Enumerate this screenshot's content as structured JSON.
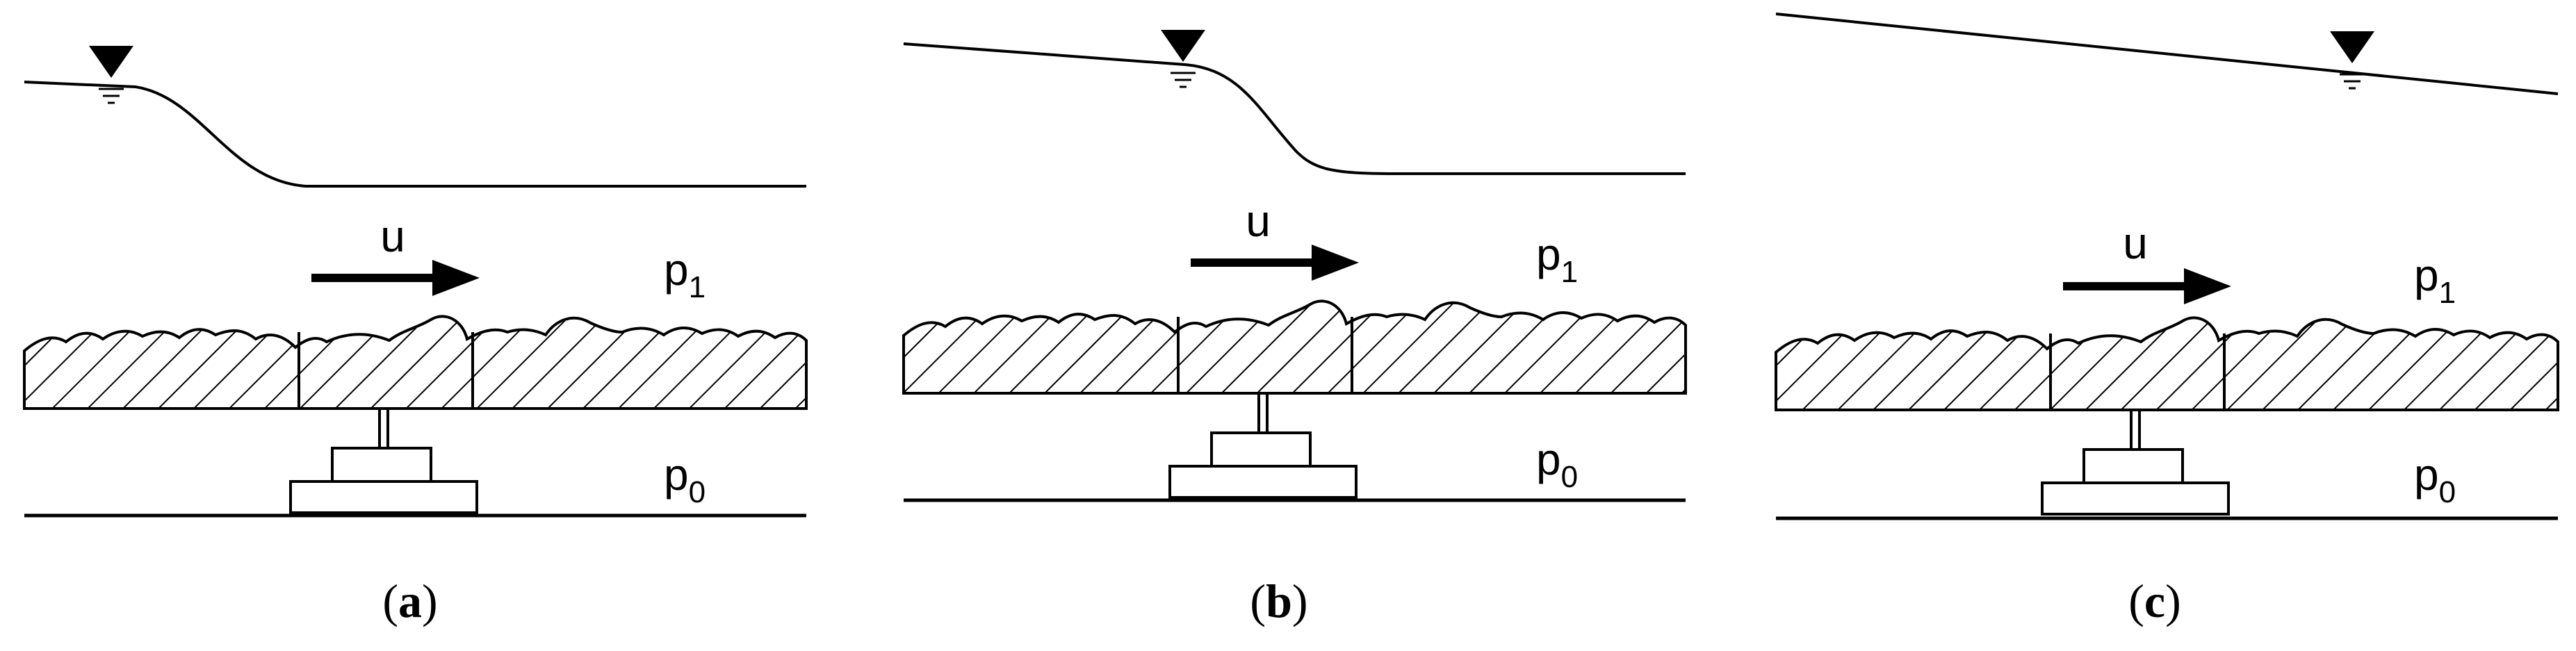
{
  "panels": [
    {
      "id": "a",
      "caption_open": "(",
      "caption_letter": "a",
      "caption_close": ")",
      "flow_label": "u",
      "upper_pressure": "p",
      "upper_sub": "1",
      "lower_pressure": "p",
      "lower_sub": "0"
    },
    {
      "id": "b",
      "caption_open": "(",
      "caption_letter": "b",
      "caption_close": ")",
      "flow_label": "u",
      "upper_pressure": "p",
      "upper_sub": "1",
      "lower_pressure": "p",
      "lower_sub": "0"
    },
    {
      "id": "c",
      "caption_open": "(",
      "caption_letter": "c",
      "caption_close": ")",
      "flow_label": "u",
      "upper_pressure": "p",
      "upper_sub": "1",
      "lower_pressure": "p",
      "lower_sub": "0"
    }
  ]
}
